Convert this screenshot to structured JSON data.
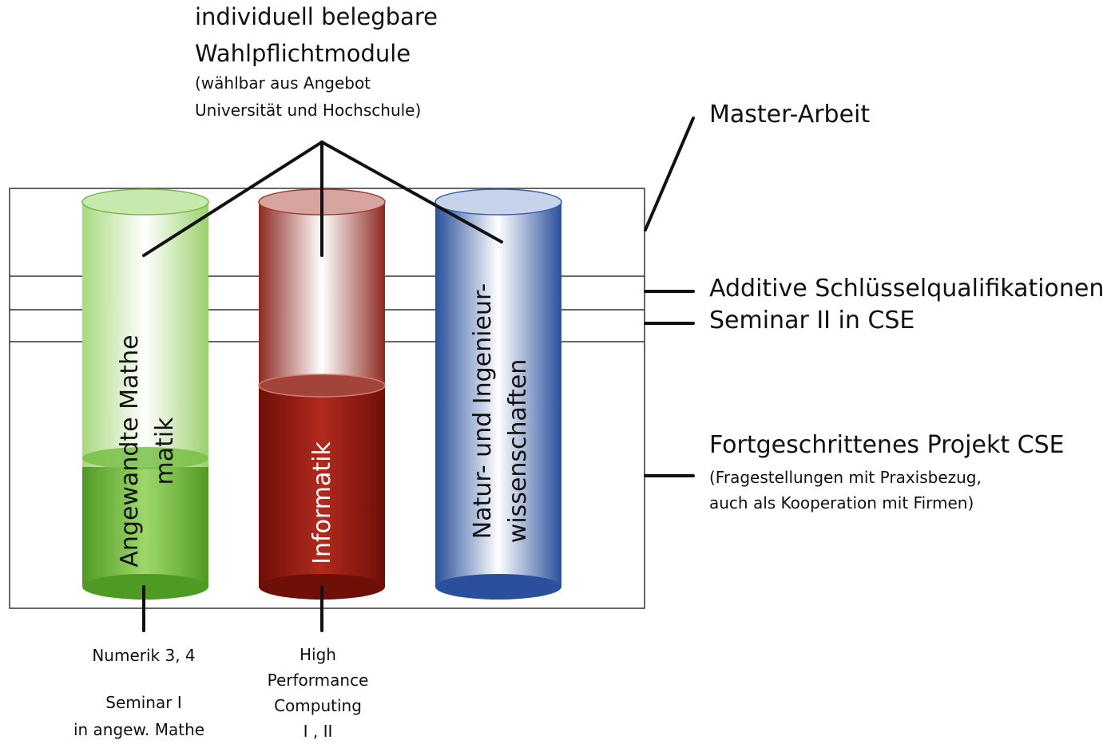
{
  "top_label": {
    "line1": "individuell belegbare",
    "line2": "Wahlpflichtmodule",
    "note1": "(wählbar aus Angebot",
    "note2": "Universität und Hochschule)"
  },
  "right_labels": {
    "master": "Master-Arbeit",
    "additive": "Additive Schlüsselqualifikationen",
    "seminar2": "Seminar II in CSE",
    "projekt": "Fortgeschrittenes Projekt CSE",
    "projekt_note1": "(Fragestellungen mit Praxisbezug,",
    "projekt_note2": "auch als Kooperation mit Firmen)"
  },
  "cylinders": [
    {
      "line1": "Angewandte Mathe",
      "line2": "matik",
      "color": "#5faa2e"
    },
    {
      "line1": "Informatik",
      "color": "#8a1a12"
    },
    {
      "line1": "Natur- und Ingenieur-",
      "line2": "wissenschaften",
      "color": "#2c56a6"
    }
  ],
  "bottom_labels": {
    "mathe": {
      "l1": "Numerik 3, 4",
      "l2": "Seminar I",
      "l3": "in angew. Mathe"
    },
    "info": {
      "l1": "High",
      "l2": "Performance",
      "l3": "Computing",
      "l4": "I , II"
    }
  }
}
